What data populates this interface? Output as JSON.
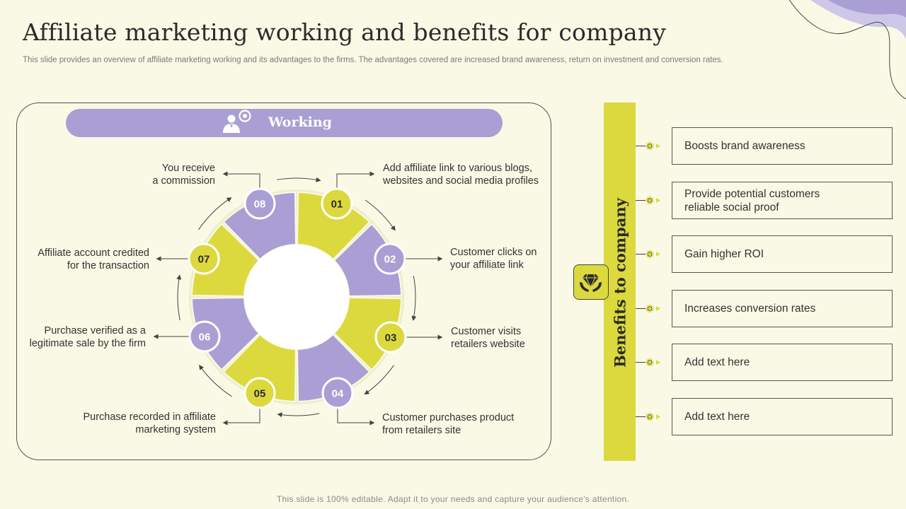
{
  "title": "Affiliate marketing working and benefits for company",
  "subtitle": "This slide provides an overview of affiliate marketing working and its advantages to the firms. The advantages covered are increased brand awareness, return on investment and conversion rates.",
  "working": {
    "label": "Working",
    "steps": [
      {
        "number": "01",
        "text": "Add affiliate link to various blogs,\nwebsites and social media profiles"
      },
      {
        "number": "02",
        "text": "Customer clicks on\nyour affiliate link"
      },
      {
        "number": "03",
        "text": "Customer visits\nretailers website"
      },
      {
        "number": "04",
        "text": "Customer purchases product\nfrom retailers site"
      },
      {
        "number": "05",
        "text": "Purchase recorded in affiliate\nmarketing system"
      },
      {
        "number": "06",
        "text": "Purchase verified as a\nlegitimate sale by the firm"
      },
      {
        "number": "07",
        "text": "Affiliate account credited\nfor the transaction"
      },
      {
        "number": "08",
        "text": "You receive\na commission"
      }
    ]
  },
  "benefits": {
    "label": "Benefits to company",
    "items": [
      "Boosts brand awareness",
      "Provide potential customers\nreliable social proof",
      "Gain higher ROI",
      "Increases conversion rates",
      "Add text here",
      "Add text here"
    ]
  },
  "footer": "This slide is 100% editable. Adapt it to your needs and capture your audience's attention.",
  "colors": {
    "background": "#f9f9e6",
    "purple": "#a99fd4",
    "yellow": "#dcd93e",
    "text": "#333333"
  },
  "icons": {
    "working": "user-with-gear-icon",
    "benefits": "diamond-in-hands-icon",
    "connector": "bullet-arrow-icon"
  }
}
